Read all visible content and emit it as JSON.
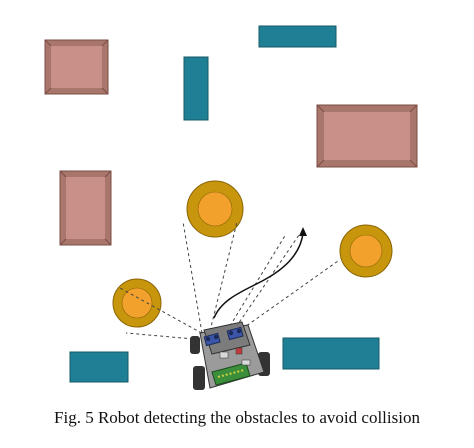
{
  "figure": {
    "caption": "Fig. 5 Robot detecting the obstacles to avoid collision"
  },
  "colors": {
    "box_outer": "#a9766c",
    "box_inner": "#c9908a",
    "box_edge": "#7a4e45",
    "bar": "#1f7f95",
    "bar_edge": "#145867",
    "disc_outer": "#c8960c",
    "disc_inner": "#f2a12c",
    "disc_edge": "#8a6507",
    "sensor_line": "#444444",
    "path": "#111111",
    "robot_body": "#8a8a8a",
    "robot_dark": "#333333",
    "robot_green": "#3b8f3b",
    "robot_blue": "#3b55a8"
  },
  "icons": {
    "robot": "wheeled-robot",
    "sensor": "ultrasonic-sensor",
    "path": "curved-arrow"
  }
}
